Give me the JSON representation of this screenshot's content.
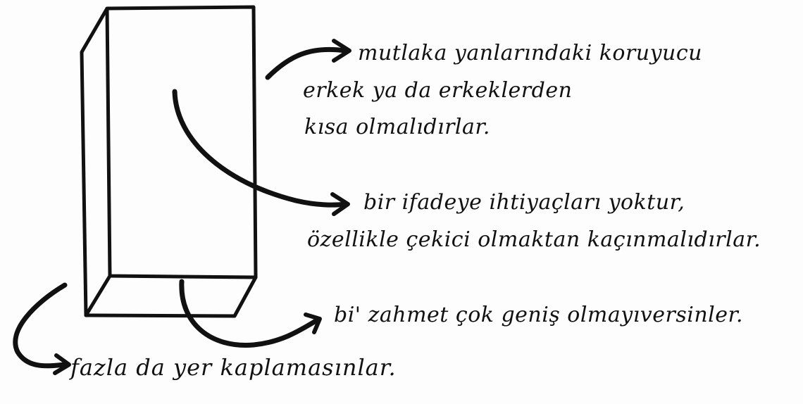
{
  "notes": [
    {
      "lines": [
        "mutlaka yanlarındaki koruyucu",
        "erkek ya da erkeklerden",
        "kısa olmalıdırlar."
      ]
    },
    {
      "lines": [
        "bir ifadeye ihtiyaçları yoktur,",
        "özellikle çekici olmaktan kaçınmalıdırlar."
      ]
    },
    {
      "lines": [
        "bi' zahmet çok geniş olmayıversinler."
      ]
    },
    {
      "lines": [
        "fazla da yer kaplamasınlar."
      ]
    }
  ],
  "colors": {
    "ink": "#111111",
    "paper": "#fdfdfd"
  }
}
